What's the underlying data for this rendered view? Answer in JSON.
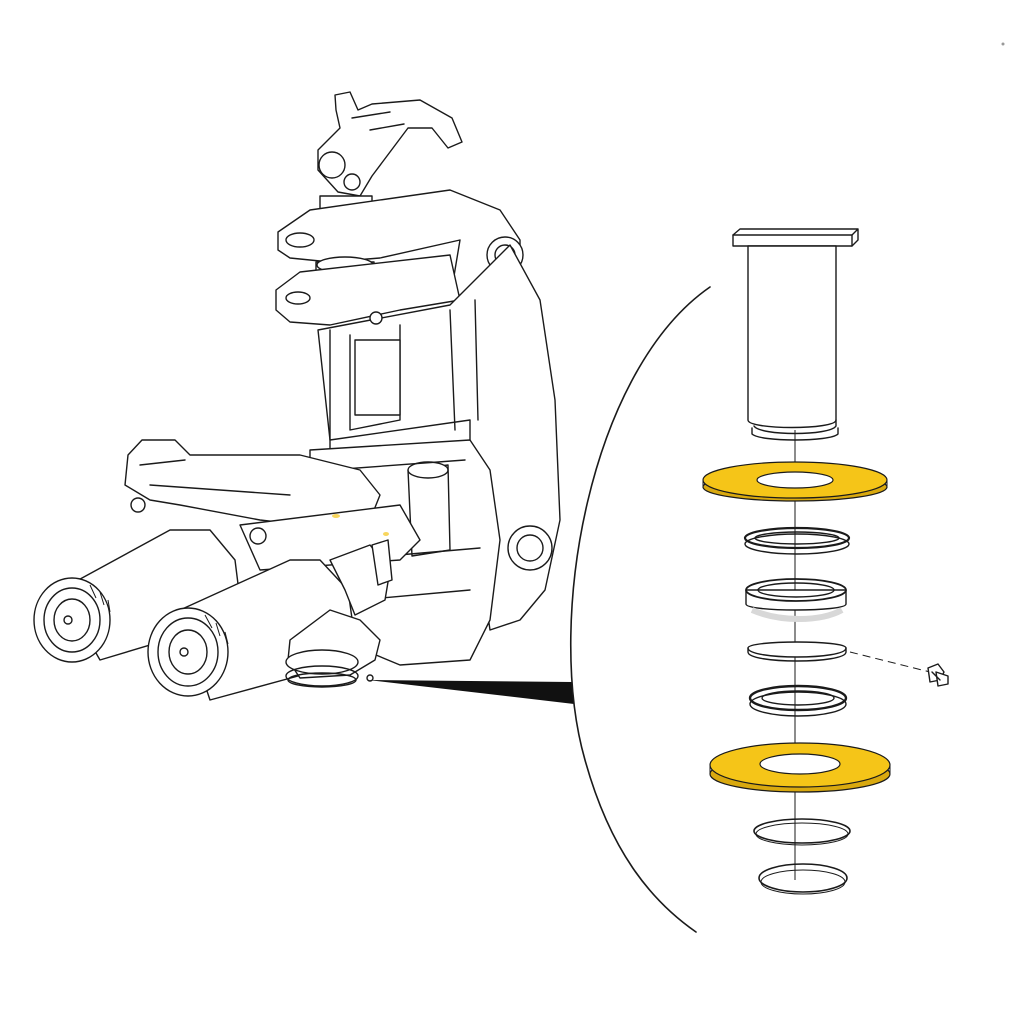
{
  "diagram": {
    "highlight_color": "#F5C518",
    "line_color": "#1a1a1a",
    "background": "#ffffff",
    "highlighted_parts": [
      "washer-upper",
      "washer-lower"
    ],
    "parts": [
      "bushing",
      "washer-upper",
      "seal-1",
      "bearing-1",
      "shim",
      "bearing-2",
      "washer-lower",
      "retaining-ring-1",
      "retaining-ring-2",
      "grease-fitting"
    ]
  }
}
